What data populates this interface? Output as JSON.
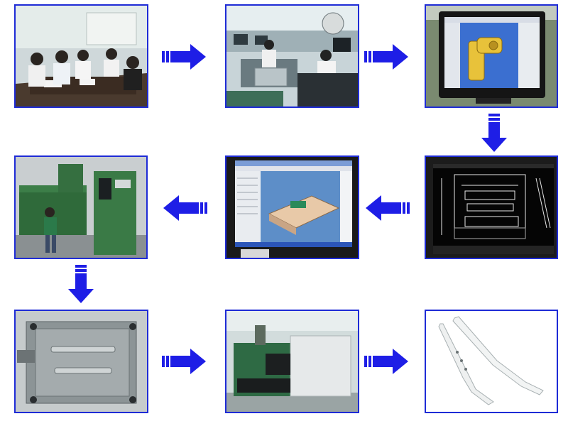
{
  "diagram": {
    "panel_border_color": "#1e2bd6",
    "arrow_color": "#1e1ee6",
    "steps": [
      {
        "id": "meeting",
        "icon": "meeting-photo"
      },
      {
        "id": "office",
        "icon": "design-office-photo"
      },
      {
        "id": "cad_3d",
        "icon": "3d-cad-monitor-photo"
      },
      {
        "id": "drawing_2d",
        "icon": "2d-drawing-monitor-photo"
      },
      {
        "id": "mold_design",
        "icon": "mold-design-monitor-photo"
      },
      {
        "id": "edm_machining",
        "icon": "edm-machine-photo"
      },
      {
        "id": "mold",
        "icon": "mold-photo"
      },
      {
        "id": "injection",
        "icon": "injection-machine-photo"
      },
      {
        "id": "parts",
        "icon": "plastic-parts-photo"
      }
    ],
    "flow": [
      "right",
      "right",
      "down",
      "left",
      "left",
      "down",
      "right",
      "right"
    ]
  }
}
